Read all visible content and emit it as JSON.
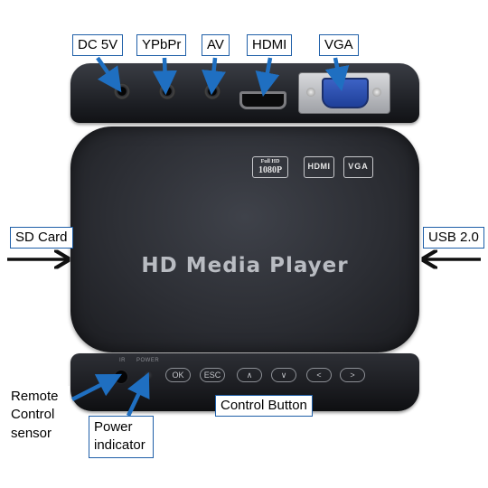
{
  "callouts": {
    "dc_5v": "DC 5V",
    "ypbpr": "YPbPr",
    "av": "AV",
    "hdmi": "HDMI",
    "vga": "VGA",
    "sd_card": "SD Card",
    "usb": "USB 2.0",
    "remote_sensor": "Remote Control sensor",
    "power_indicator": "Power indicator",
    "control_button": "Control Button"
  },
  "device": {
    "product_name": "HD Media Player",
    "badges": {
      "fullhd_small": "Full HD",
      "fullhd_big": "1080P",
      "hdmi": "HDMI",
      "vga": "VGA"
    },
    "front_labels": {
      "ir": "IR",
      "power": "POWER"
    },
    "control_buttons": [
      "OK",
      "ESC",
      "∧",
      "∨",
      "<",
      ">"
    ]
  },
  "colors": {
    "callout_border": "#1f5fa8",
    "arrow_blue": "#1f6fc1",
    "device_body": "#2c2e34",
    "vga_port": "#2f53b5"
  }
}
